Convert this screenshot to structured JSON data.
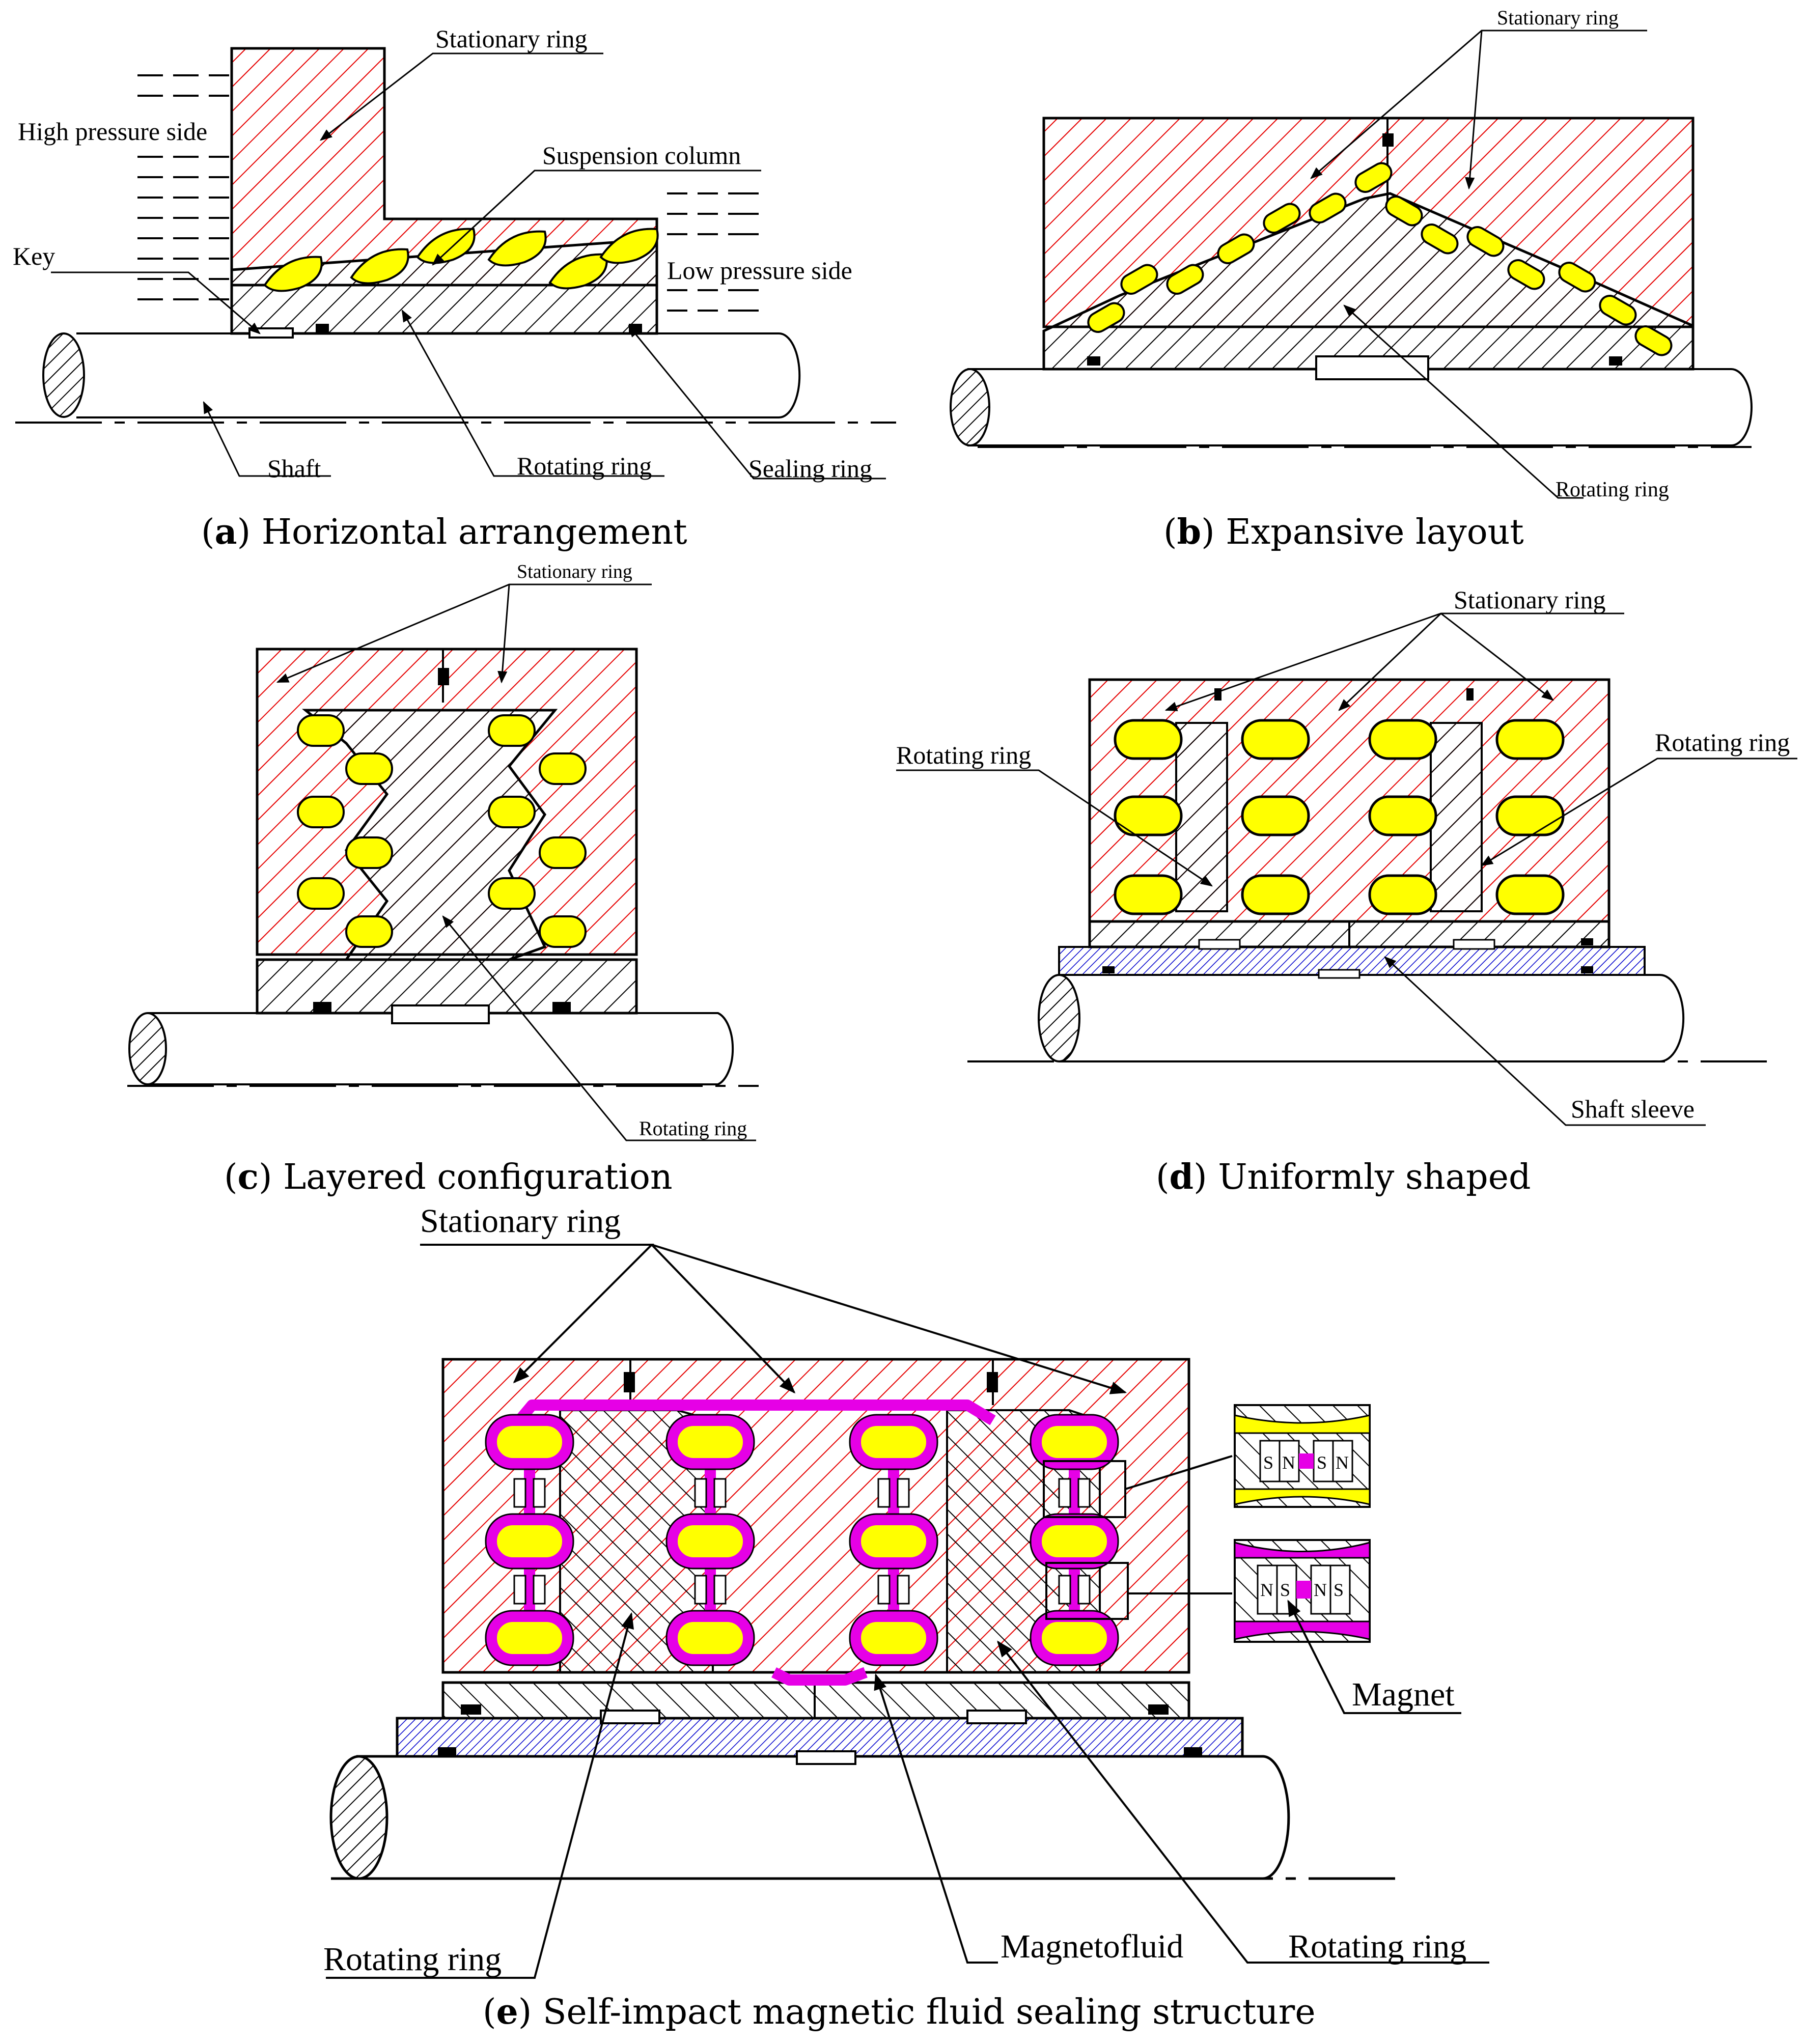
{
  "colors": {
    "stationary_fill": "#ffffff",
    "stationary_hatch": "#e60000",
    "rotating_hatch": "#000000",
    "sleeve_hatch": "#0000cc",
    "fluid": "#ffff00",
    "magnetofluid": "#e600e6",
    "seal": "#000000"
  },
  "a": {
    "caption_letter": "a",
    "caption_text": " Horizontal arrangement",
    "stationary_ring": "Stationary ring",
    "high_pressure_side": "High pressure side",
    "suspension_column": "Suspension column",
    "key": "Key",
    "low_pressure_side": "Low pressure side",
    "shaft": "Shaft",
    "rotating_ring": "Rotating ring",
    "sealing_ring": "Sealing ring"
  },
  "b": {
    "caption_letter": "b",
    "caption_text": " Expansive layout",
    "stationary_ring": "Stationary ring",
    "rotating_ring": "Rotating ring"
  },
  "c": {
    "caption_letter": "c",
    "caption_text": " Layered configuration",
    "stationary_ring": "Stationary ring",
    "rotating_ring": "Rotating ring"
  },
  "d": {
    "caption_letter": "d",
    "caption_text": " Uniformly shaped",
    "stationary_ring": "Stationary ring",
    "rotating_ring_left": "Rotating ring",
    "rotating_ring_right": "Rotating ring",
    "shaft_sleeve": "Shaft sleeve"
  },
  "e": {
    "caption_letter": "e",
    "caption_text": " Self-impact magnetic fluid sealing structure",
    "stationary_ring": "Stationary ring",
    "rotating_ring_left": "Rotating ring",
    "magnetofluid": "Magnetofluid",
    "rotating_ring_right": "Rotating ring",
    "magnet": "Magnet",
    "pole_n": "N",
    "pole_s": "S"
  }
}
